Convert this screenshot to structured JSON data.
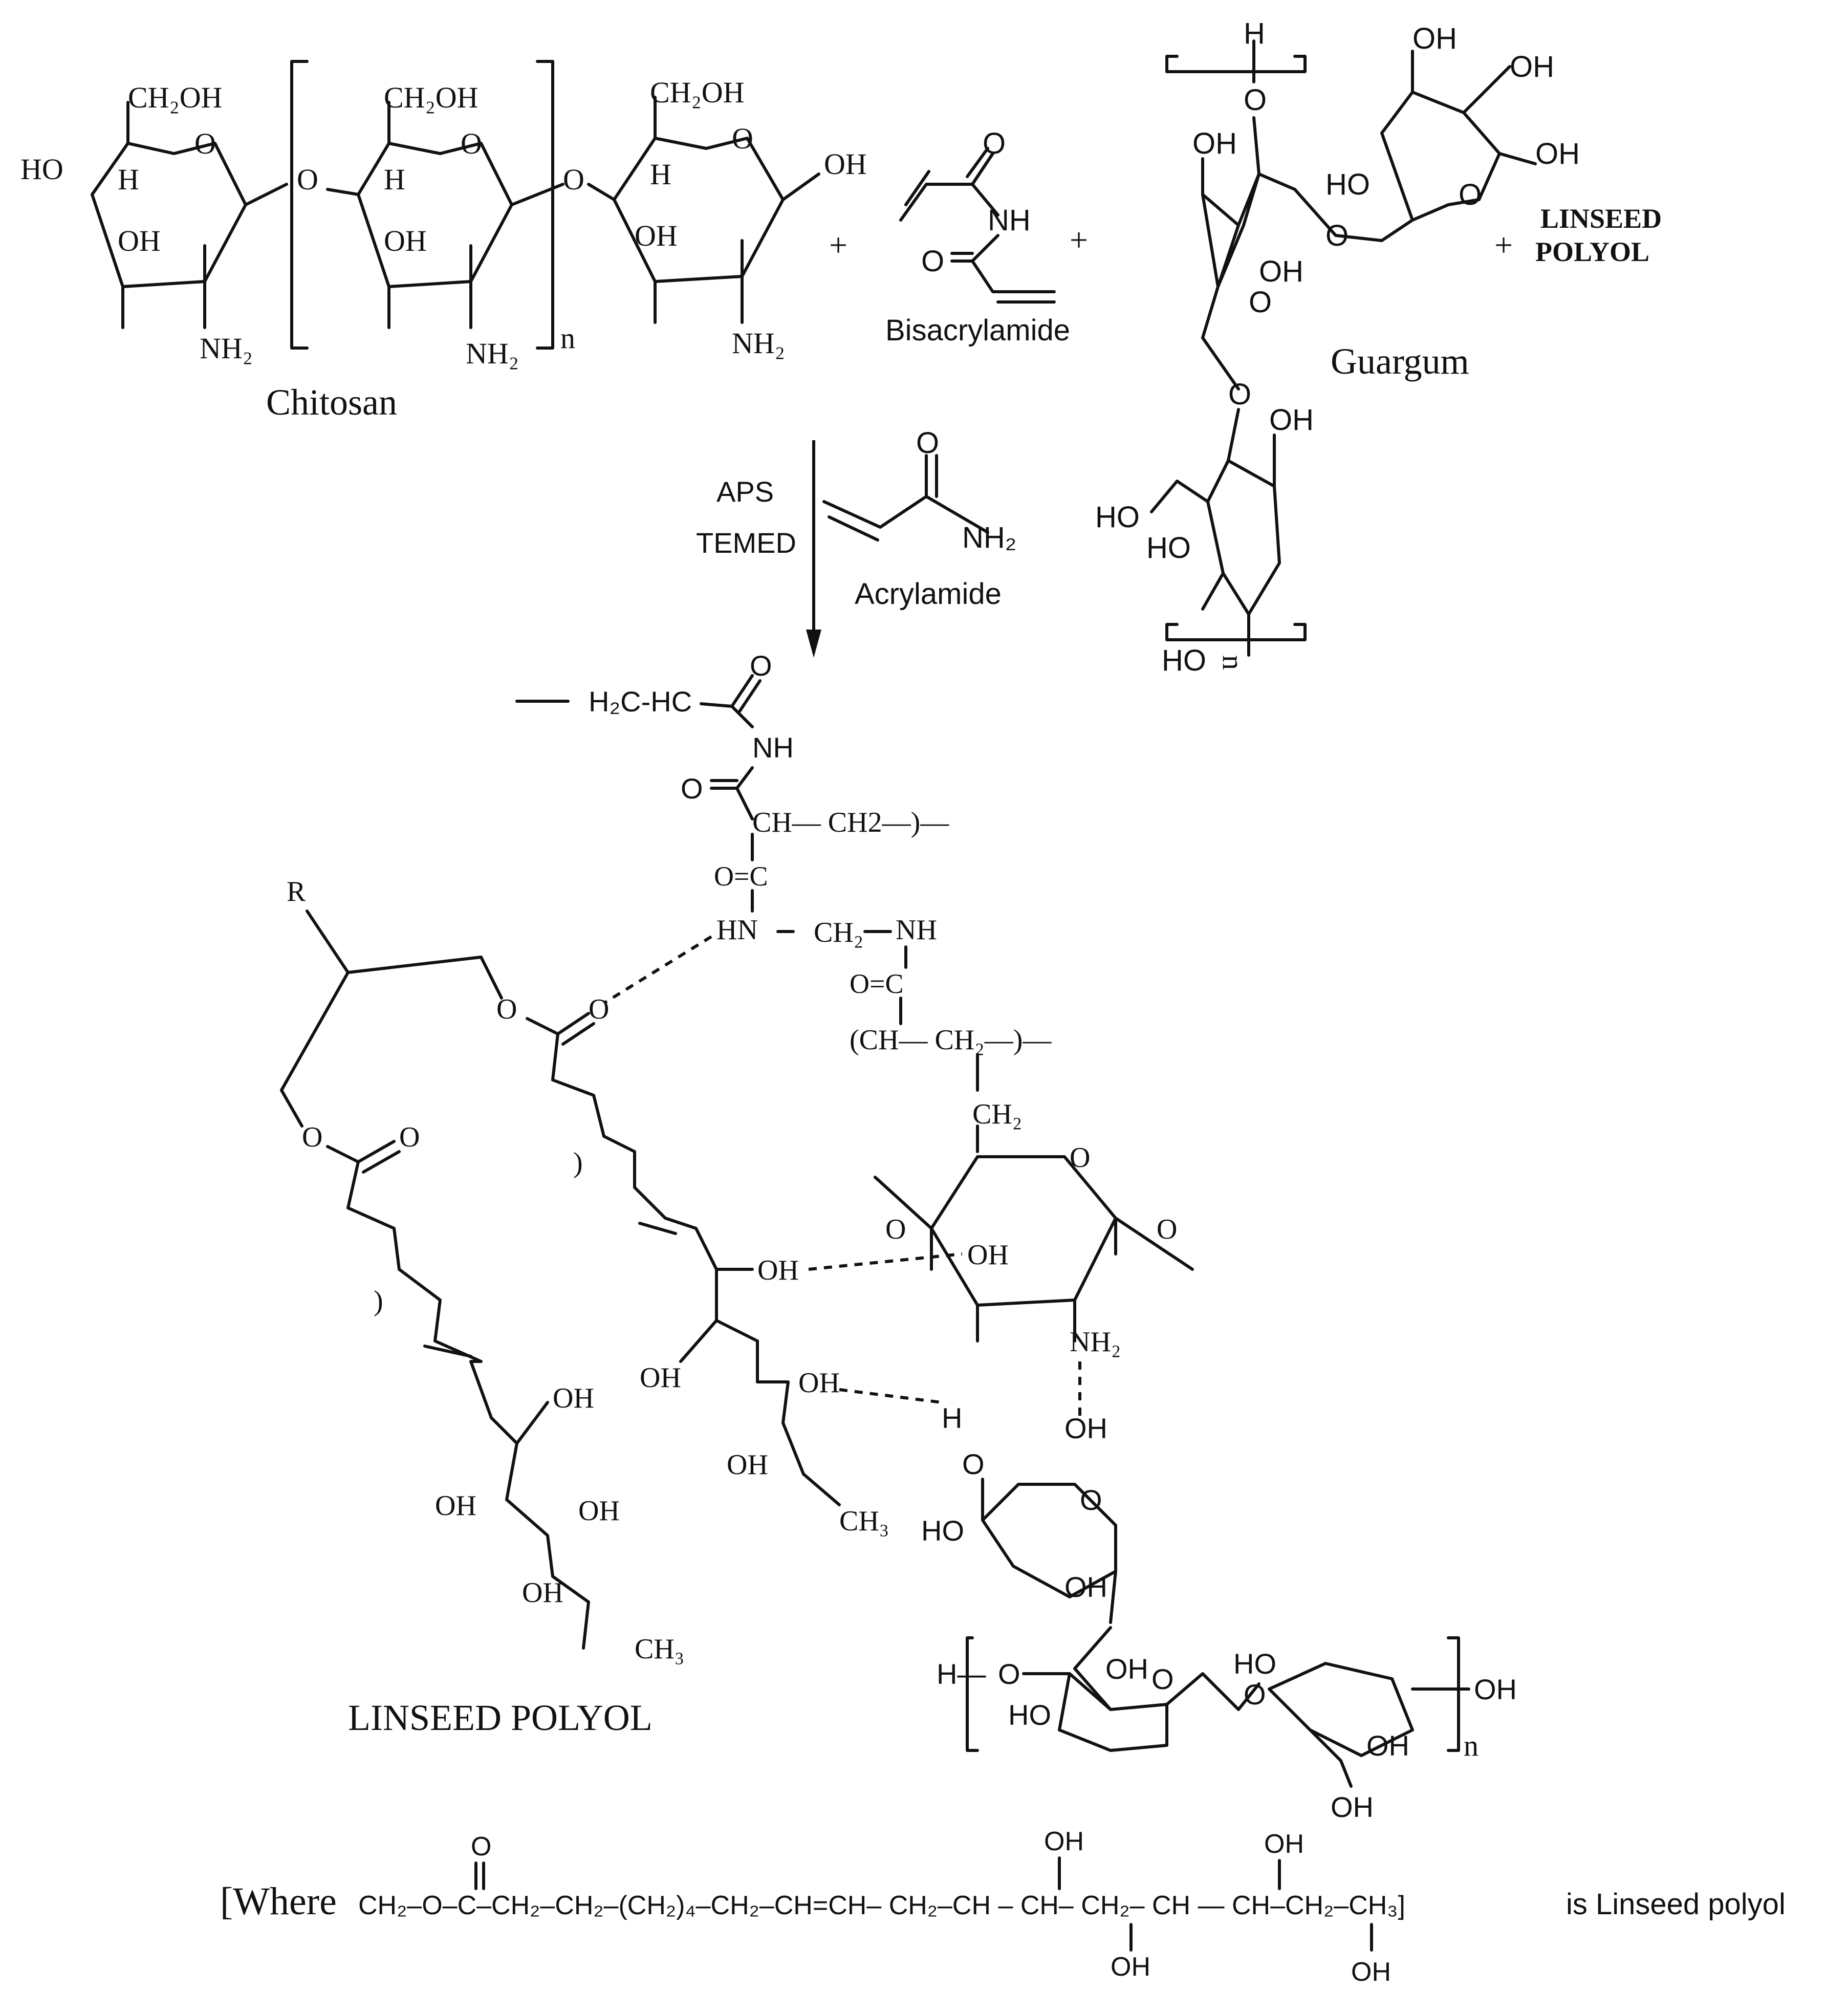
{
  "labels": {
    "chitosan": "Chitosan",
    "bisacrylamide": "Bisacrylamide",
    "guargum": "Guargum",
    "linseed_polyol_top_1": "LINSEED",
    "linseed_polyol_top_2": "POLYOL",
    "plus": "+",
    "aps": "APS",
    "temed": "TEMED",
    "acrylamide": "Acrylamide",
    "linseed_polyol_bottom": "LINSEED POLYOL"
  },
  "atoms": {
    "ch2oh": "CH₂OH",
    "ho": "HO",
    "oh": "OH",
    "o": "O",
    "h": "H",
    "nh2": "NH₂",
    "nh": "NH",
    "hn": "HN",
    "n": "n",
    "r": "R",
    "o_eq_c": "O=C",
    "ch_ch2_right": "CH— CH2—)—",
    "ch_ch2_paren": "(CH— CH₂—)—",
    "ch2": "CH₂",
    "ch3": "CH₃",
    "h2c_hc": "H₂C-HC",
    "h_dash": "H—",
    "o_left": "O"
  },
  "formula": {
    "prefix": "[Where",
    "main": "CH₂–O–C–CH₂–CH₂–(CH₂)₄–CH₂–CH=CH– CH₂–CH – CH– CH₂– CH — CH–CH₂–CH₃]",
    "suffix": "is  Linseed polyol",
    "carbonyl_o": "O",
    "oh": "OH"
  }
}
